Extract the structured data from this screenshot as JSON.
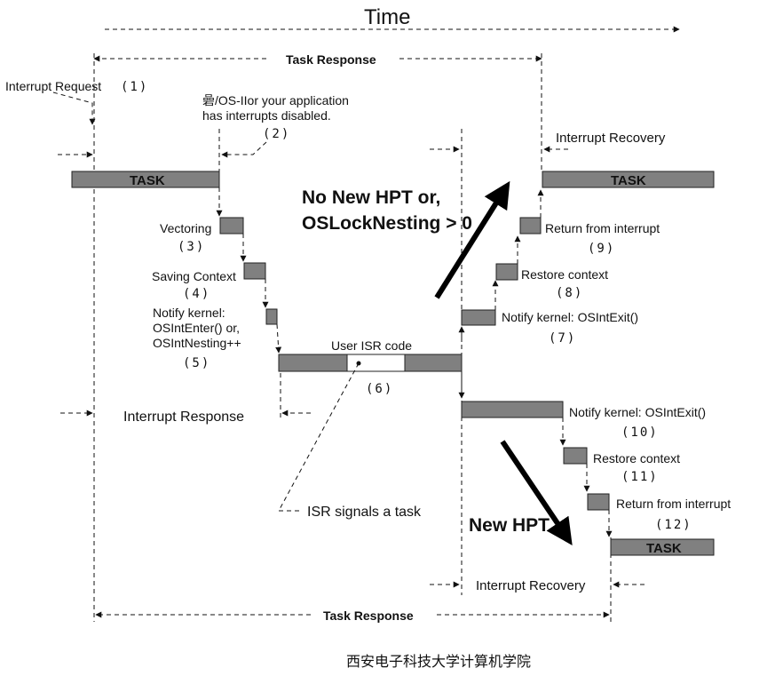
{
  "title": "Time",
  "labels": {
    "task_response_top": "Task Response",
    "task_response_bottom": "Task Response",
    "interrupt_request": "Interrupt Request",
    "n1": "(1)",
    "disabled_line1": "碞/OS-IIor your application",
    "disabled_line2": "has interrupts disabled.",
    "n2": "(2)",
    "interrupt_recovery_top": "Interrupt Recovery",
    "task_left": "TASK",
    "task_right_top": "TASK",
    "task_bottom": "TASK",
    "no_new_hpt_1": "No New HPT or,",
    "no_new_hpt_2": "OSLockNesting > 0",
    "vectoring": "Vectoring",
    "n3": "(3)",
    "saving_context": "Saving Context",
    "n4": "(4)",
    "notify_kernel_1": "Notify kernel:",
    "notify_kernel_2": "OSIntEnter() or,",
    "notify_kernel_3": "OSIntNesting++",
    "n5": "(5)",
    "user_isr_code": "User ISR code",
    "n6": "(6)",
    "interrupt_response": "Interrupt Response",
    "return_from_interrupt_top": "Return from interrupt",
    "n9": "(9)",
    "restore_context_top": "Restore context",
    "n8": "(8)",
    "notify_exit_top": "Notify kernel: OSIntExit()",
    "n7": "(7)",
    "notify_exit_bottom": "Notify kernel: OSIntExit()",
    "n10": "(10)",
    "restore_context_bottom": "Restore context",
    "n11": "(11)",
    "return_from_interrupt_bottom": "Return from interrupt",
    "n12": "(12)",
    "isr_signals": "ISR signals a task",
    "new_hpt": "New HPT",
    "interrupt_recovery_bottom": "Interrupt Recovery"
  },
  "caption": "西安电子科技大学计算机学院"
}
